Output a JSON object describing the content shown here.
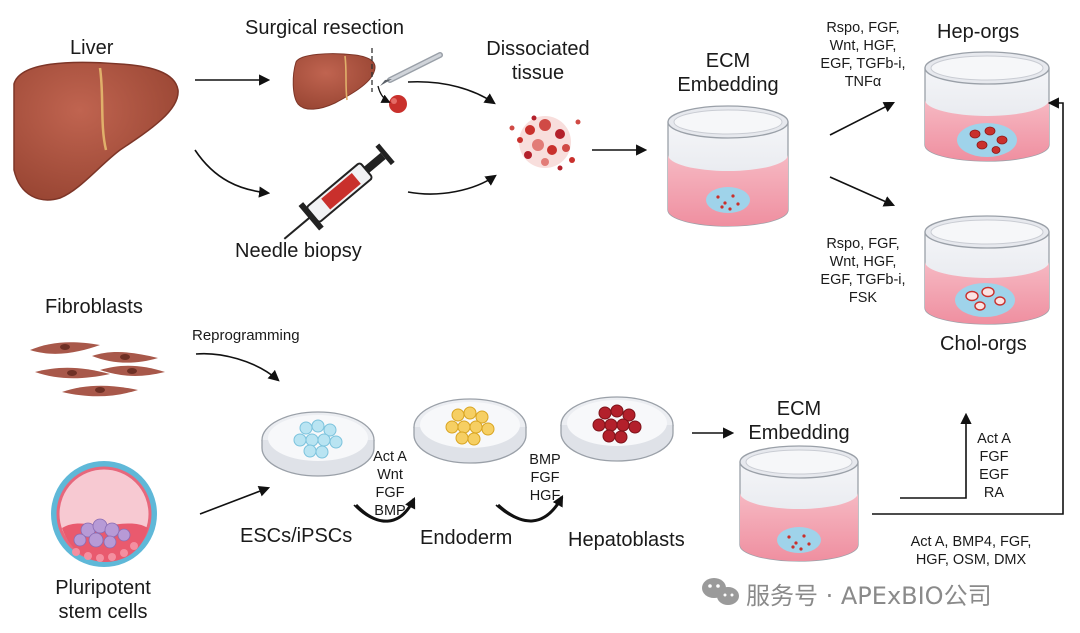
{
  "labels": {
    "liver": "Liver",
    "surgical_resection": "Surgical resection",
    "dissociated_tissue": [
      "Dissociated",
      "tissue"
    ],
    "needle_biopsy": "Needle biopsy",
    "ecm_embedding_top": [
      "ECM",
      "Embedding"
    ],
    "hep_orgs": "Hep-orgs",
    "chol_orgs": "Chol-orgs",
    "fibroblasts": "Fibroblasts",
    "reprogramming": "Reprogramming",
    "pluripotent_stem_cells": [
      "Pluripotent",
      "stem cells"
    ],
    "escs_ipscs": "ESCs/iPSCs",
    "endoderm": "Endoderm",
    "hepatoblasts": "Hepatoblasts",
    "ecm_embedding_bottom": [
      "ECM",
      "Embedding"
    ]
  },
  "factors": {
    "hep_orgs_media": [
      "Rspo, FGF,",
      "Wnt, HGF,",
      "EGF, TGFb-i,",
      "TNFα"
    ],
    "chol_orgs_media": [
      "Rspo, FGF,",
      "Wnt, HGF,",
      "EGF, TGFb-i,",
      "FSK"
    ],
    "endoderm_induction": [
      "Act A",
      "Wnt",
      "FGF",
      "BMP"
    ],
    "hepatoblast_induction": [
      "BMP",
      "FGF",
      "HGF"
    ],
    "cholangiocyte_branch": [
      "Act A",
      "FGF",
      "EGF",
      "RA"
    ],
    "hepatocyte_maturation": [
      "Act A, BMP4, FGF,",
      "HGF, OSM, DMX"
    ]
  },
  "watermark": "服务号 · APExBIO公司",
  "colors": {
    "liver": "#a5503f",
    "liver_dark": "#7d3527",
    "gallbladder_line": "#e0b06a",
    "tissue_red": "#c9302c",
    "medium_pink": "#f3a4b0",
    "dish_rim": "#c9ccd3",
    "ecm_blue": "#9fd3ea",
    "esc_blue": "#9fd8ec",
    "endoderm_yellow": "#f4c542",
    "hepatoblast_red": "#b3202b",
    "fibroblast": "#a8584a",
    "arrow": "#111111",
    "watermark": "#8a8a8a"
  },
  "icons": [
    "liver-icon",
    "scalpel-icon",
    "syringe-icon",
    "petri-dish-icon",
    "fibroblast-icon",
    "blastocyst-icon",
    "wechat-icon"
  ]
}
